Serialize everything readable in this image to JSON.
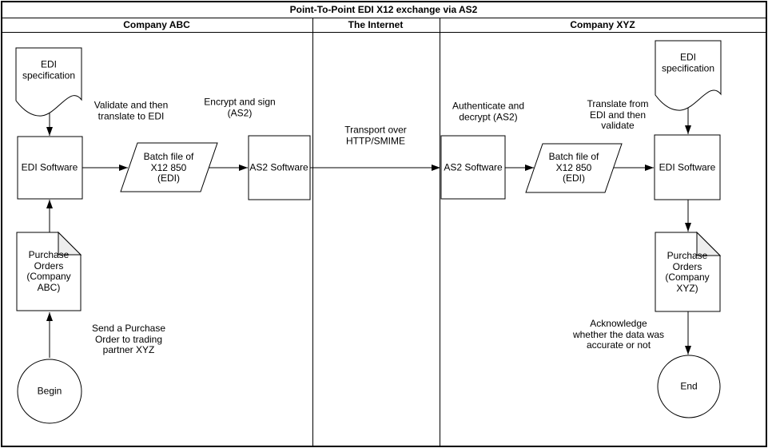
{
  "diagram": {
    "title": "Point-To-Point EDI X12 exchange via AS2",
    "lanes": [
      {
        "label": "Company ABC"
      },
      {
        "label": "The Internet"
      },
      {
        "label": "Company XYZ"
      }
    ],
    "nodes": {
      "edi_spec_left": {
        "label": "EDI\nspecification"
      },
      "edi_software_left": {
        "label": "EDI Software"
      },
      "batch_file_left": {
        "label": "Batch file of\nX12 850\n(EDI)"
      },
      "as2_software_left": {
        "label": "AS2 Software"
      },
      "as2_software_right": {
        "label": "AS2 Software"
      },
      "batch_file_right": {
        "label": "Batch file of\nX12 850\n(EDI)"
      },
      "edi_software_right": {
        "label": "EDI Software"
      },
      "edi_spec_right": {
        "label": "EDI\nspecification"
      },
      "purchase_orders_left": {
        "label": "Purchase\nOrders\n(Company\nABC)"
      },
      "purchase_orders_right": {
        "label": "Purchase\nOrders\n(Company\nXYZ)"
      },
      "begin": {
        "label": "Begin"
      },
      "end": {
        "label": "End"
      }
    },
    "annotations": {
      "validate": "Validate and then\ntranslate to EDI",
      "encrypt": "Encrypt and sign\n(AS2)",
      "transport": "Transport over\nHTTP/SMIME",
      "authenticate": "Authenticate and\ndecrypt (AS2)",
      "translate": "Translate from\nEDI  and then\nvalidate",
      "send_po": "Send a Purchase\nOrder to trading\npartner XYZ",
      "acknowledge": "Acknowledge\nwhether the data was\naccurate or not"
    },
    "colors": {
      "stroke": "#000000",
      "shape_fill": "#ffffff",
      "fold_fill": "#eeeeee",
      "background": "#ffffff"
    }
  }
}
